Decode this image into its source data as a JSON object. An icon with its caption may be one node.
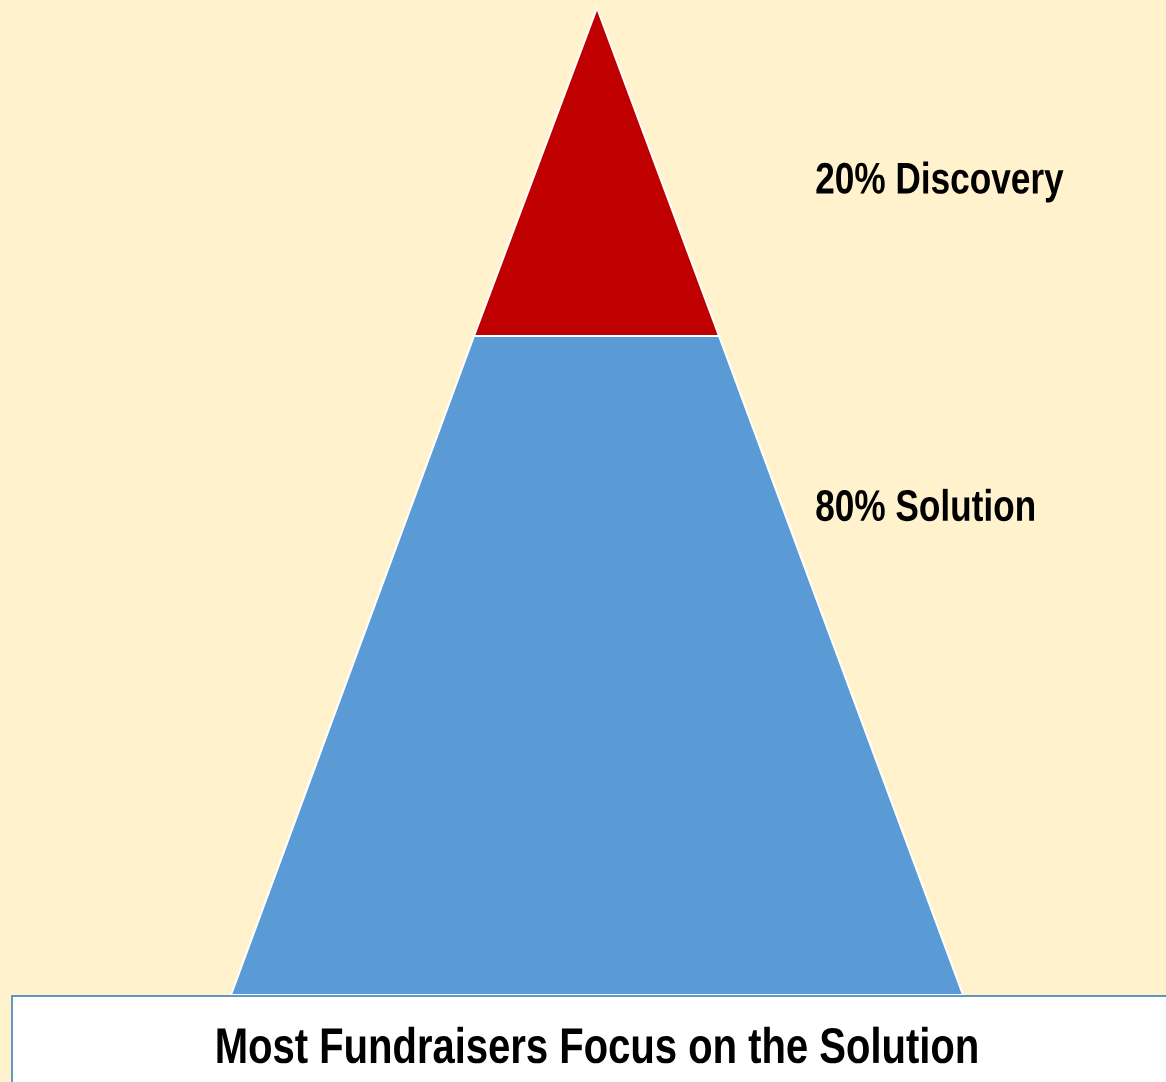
{
  "diagram": {
    "caption": "Most Fundraisers Focus on the Solution",
    "labels": [
      "20% Discovery",
      "80% Solution"
    ]
  }
}
